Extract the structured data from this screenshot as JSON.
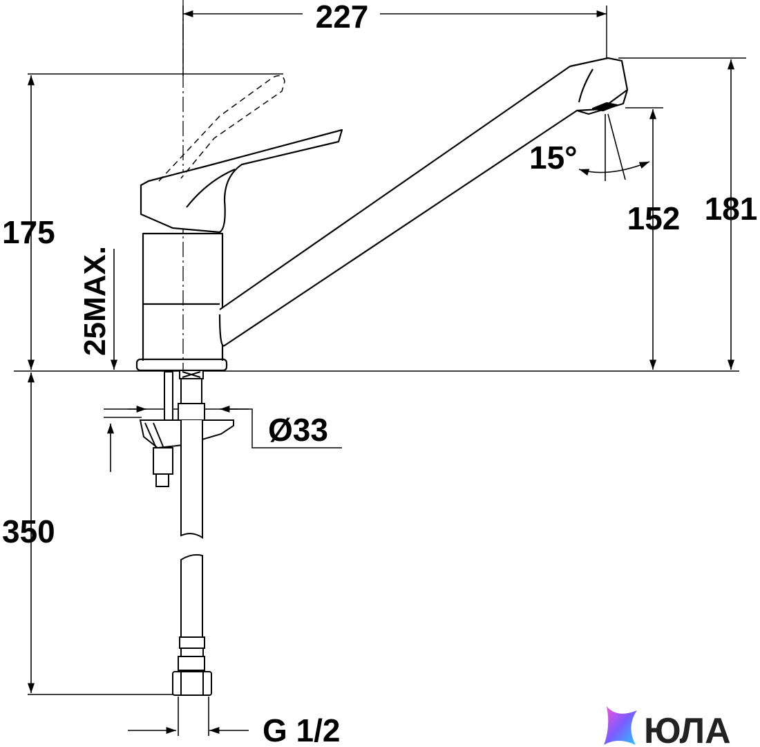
{
  "dimensions": {
    "spout_reach": "227",
    "total_height": "175",
    "max_deck_thickness": "25MAX.",
    "aerator_height": "152",
    "spout_height": "181",
    "spout_angle": "15°",
    "base_diameter": "Ø33",
    "hose_length": "350",
    "connection_thread": "G 1/2"
  },
  "logo": {
    "text": "ЮЛА",
    "colors": [
      "#ff4fd8",
      "#7b5cff",
      "#27c6ff"
    ]
  },
  "colors": {
    "line": "#000000",
    "background": "#ffffff"
  }
}
